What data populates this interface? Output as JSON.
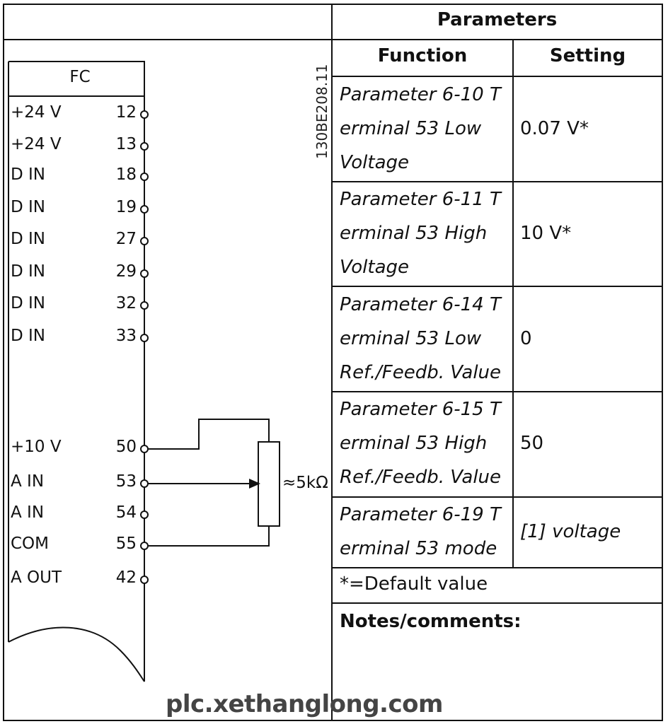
{
  "fc_box": {
    "title": "FC",
    "terminals": [
      {
        "label": "+24 V",
        "number": "12"
      },
      {
        "label": "+24 V",
        "number": "13"
      },
      {
        "label": "D IN",
        "number": "18"
      },
      {
        "label": "D IN",
        "number": "19"
      },
      {
        "label": "D IN",
        "number": "27"
      },
      {
        "label": "D IN",
        "number": "29"
      },
      {
        "label": "D IN",
        "number": "32"
      },
      {
        "label": "D IN",
        "number": "33"
      },
      {
        "label": "+10 V",
        "number": "50"
      },
      {
        "label": "A IN",
        "number": "53"
      },
      {
        "label": "A IN",
        "number": "54"
      },
      {
        "label": "COM",
        "number": "55"
      },
      {
        "label": "A OUT",
        "number": "42"
      }
    ]
  },
  "figure_id": "130BE208.11",
  "potentiometer_label": "≈5kΩ",
  "table": {
    "title": "Parameters",
    "col_function": "Function",
    "col_setting": "Setting",
    "rows": [
      {
        "function": "Parameter 6-10 T\nerminal 53 Low\nVoltage",
        "setting": "0.07 V*",
        "italic": false
      },
      {
        "function": "Parameter 6-11 T\nerminal 53 High\nVoltage",
        "setting": "10 V*",
        "italic": false
      },
      {
        "function": "Parameter 6-14 T\nerminal 53 Low\nRef./Feedb. Value",
        "setting": "0",
        "italic": false
      },
      {
        "function": "Parameter 6-15 T\nerminal 53 High\nRef./Feedb. Value",
        "setting": "50",
        "italic": false
      },
      {
        "function": "Parameter 6-19 T\nerminal 53 mode",
        "setting": "[1] voltage",
        "italic": true
      }
    ],
    "default_note": "*=Default value",
    "notes_label": "Notes/comments:"
  },
  "watermark": "plc.xethanglong.com"
}
